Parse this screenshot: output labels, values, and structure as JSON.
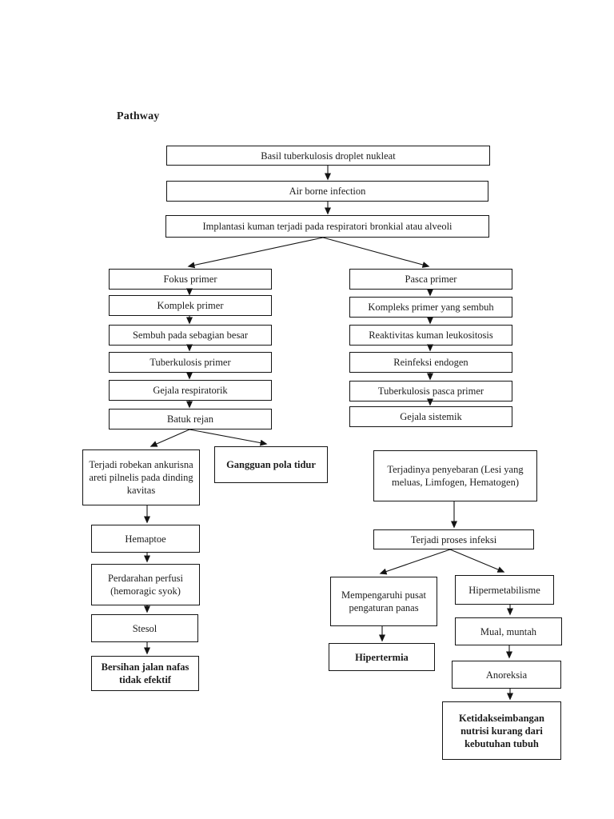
{
  "page_title": "Pathway",
  "nodes": {
    "basil": "Basil tuberkulosis droplet nukleat",
    "airborne": "Air borne infection",
    "implantasi": "Implantasi kuman terjadi pada respiratori bronkial atau alveoli",
    "fokus_primer": "Fokus primer",
    "komplek_primer": "Komplek primer",
    "sembuh_sebagian": "Sembuh pada sebagian besar",
    "tuberkulosis_primer": "Tuberkulosis primer",
    "gejala_respiratorik": "Gejala respiratorik",
    "batuk_rejan": "Batuk rejan",
    "pasca_primer": "Pasca primer",
    "kompleks_sembuh": "Kompleks primer yang sembuh",
    "reaktivitas": "Reaktivitas kuman leukositosis",
    "reinfeksi_endogen": "Reinfeksi endogen",
    "tuberkulosis_pasca": "Tuberkulosis pasca primer",
    "gejala_sistemik": "Gejala sistemik",
    "robekan": "Terjadi robekan ankurisna areti pilnelis pada dinding kavitas",
    "gangguan_pola_tidur": "Gangguan pola tidur",
    "hemaptoe": "Hemaptoe",
    "perdarahan": "Perdarahan perfusi (hemoragic syok)",
    "stesol": "Stesol",
    "bersihan_jalan_nafas": "Bersihan jalan nafas tidak efektif",
    "penyebaran": "Terjadinya penyebaran (Lesi yang meluas, Limfogen, Hematogen)",
    "proses_infeksi": "Terjadi proses infeksi",
    "pengaturan_panas": "Mempengaruhi pusat pengaturan panas",
    "hipermetabilisme": "Hipermetabilisme",
    "hipertermia": "Hipertermia",
    "mual_muntah": "Mual, muntah",
    "anoreksia": "Anoreksia",
    "ketidakseimbangan_nutrisi": "Ketidakseimbangan nutrisi kurang dari kebutuhan tubuh"
  },
  "edges": [
    {
      "from": "basil",
      "to": "airborne"
    },
    {
      "from": "airborne",
      "to": "implantasi"
    },
    {
      "from": "implantasi",
      "to": "fokus_primer"
    },
    {
      "from": "implantasi",
      "to": "pasca_primer"
    },
    {
      "from": "fokus_primer",
      "to": "komplek_primer"
    },
    {
      "from": "komplek_primer",
      "to": "sembuh_sebagian"
    },
    {
      "from": "sembuh_sebagian",
      "to": "tuberkulosis_primer"
    },
    {
      "from": "tuberkulosis_primer",
      "to": "gejala_respiratorik"
    },
    {
      "from": "gejala_respiratorik",
      "to": "batuk_rejan"
    },
    {
      "from": "pasca_primer",
      "to": "kompleks_sembuh"
    },
    {
      "from": "kompleks_sembuh",
      "to": "reaktivitas"
    },
    {
      "from": "reaktivitas",
      "to": "reinfeksi_endogen"
    },
    {
      "from": "reinfeksi_endogen",
      "to": "tuberkulosis_pasca"
    },
    {
      "from": "tuberkulosis_pasca",
      "to": "gejala_sistemik"
    },
    {
      "from": "batuk_rejan",
      "to": "robekan"
    },
    {
      "from": "batuk_rejan",
      "to": "gangguan_pola_tidur"
    },
    {
      "from": "robekan",
      "to": "hemaptoe"
    },
    {
      "from": "hemaptoe",
      "to": "perdarahan"
    },
    {
      "from": "perdarahan",
      "to": "stesol"
    },
    {
      "from": "stesol",
      "to": "bersihan_jalan_nafas"
    },
    {
      "from": "penyebaran",
      "to": "proses_infeksi"
    },
    {
      "from": "proses_infeksi",
      "to": "pengaturan_panas"
    },
    {
      "from": "proses_infeksi",
      "to": "hipermetabilisme"
    },
    {
      "from": "pengaturan_panas",
      "to": "hipertermia"
    },
    {
      "from": "hipermetabilisme",
      "to": "mual_muntah"
    },
    {
      "from": "mual_muntah",
      "to": "anoreksia"
    },
    {
      "from": "anoreksia",
      "to": "ketidakseimbangan_nutrisi"
    }
  ],
  "colors": {
    "background": "#ffffff",
    "line": "#141414",
    "text": "#1c1c1c"
  }
}
